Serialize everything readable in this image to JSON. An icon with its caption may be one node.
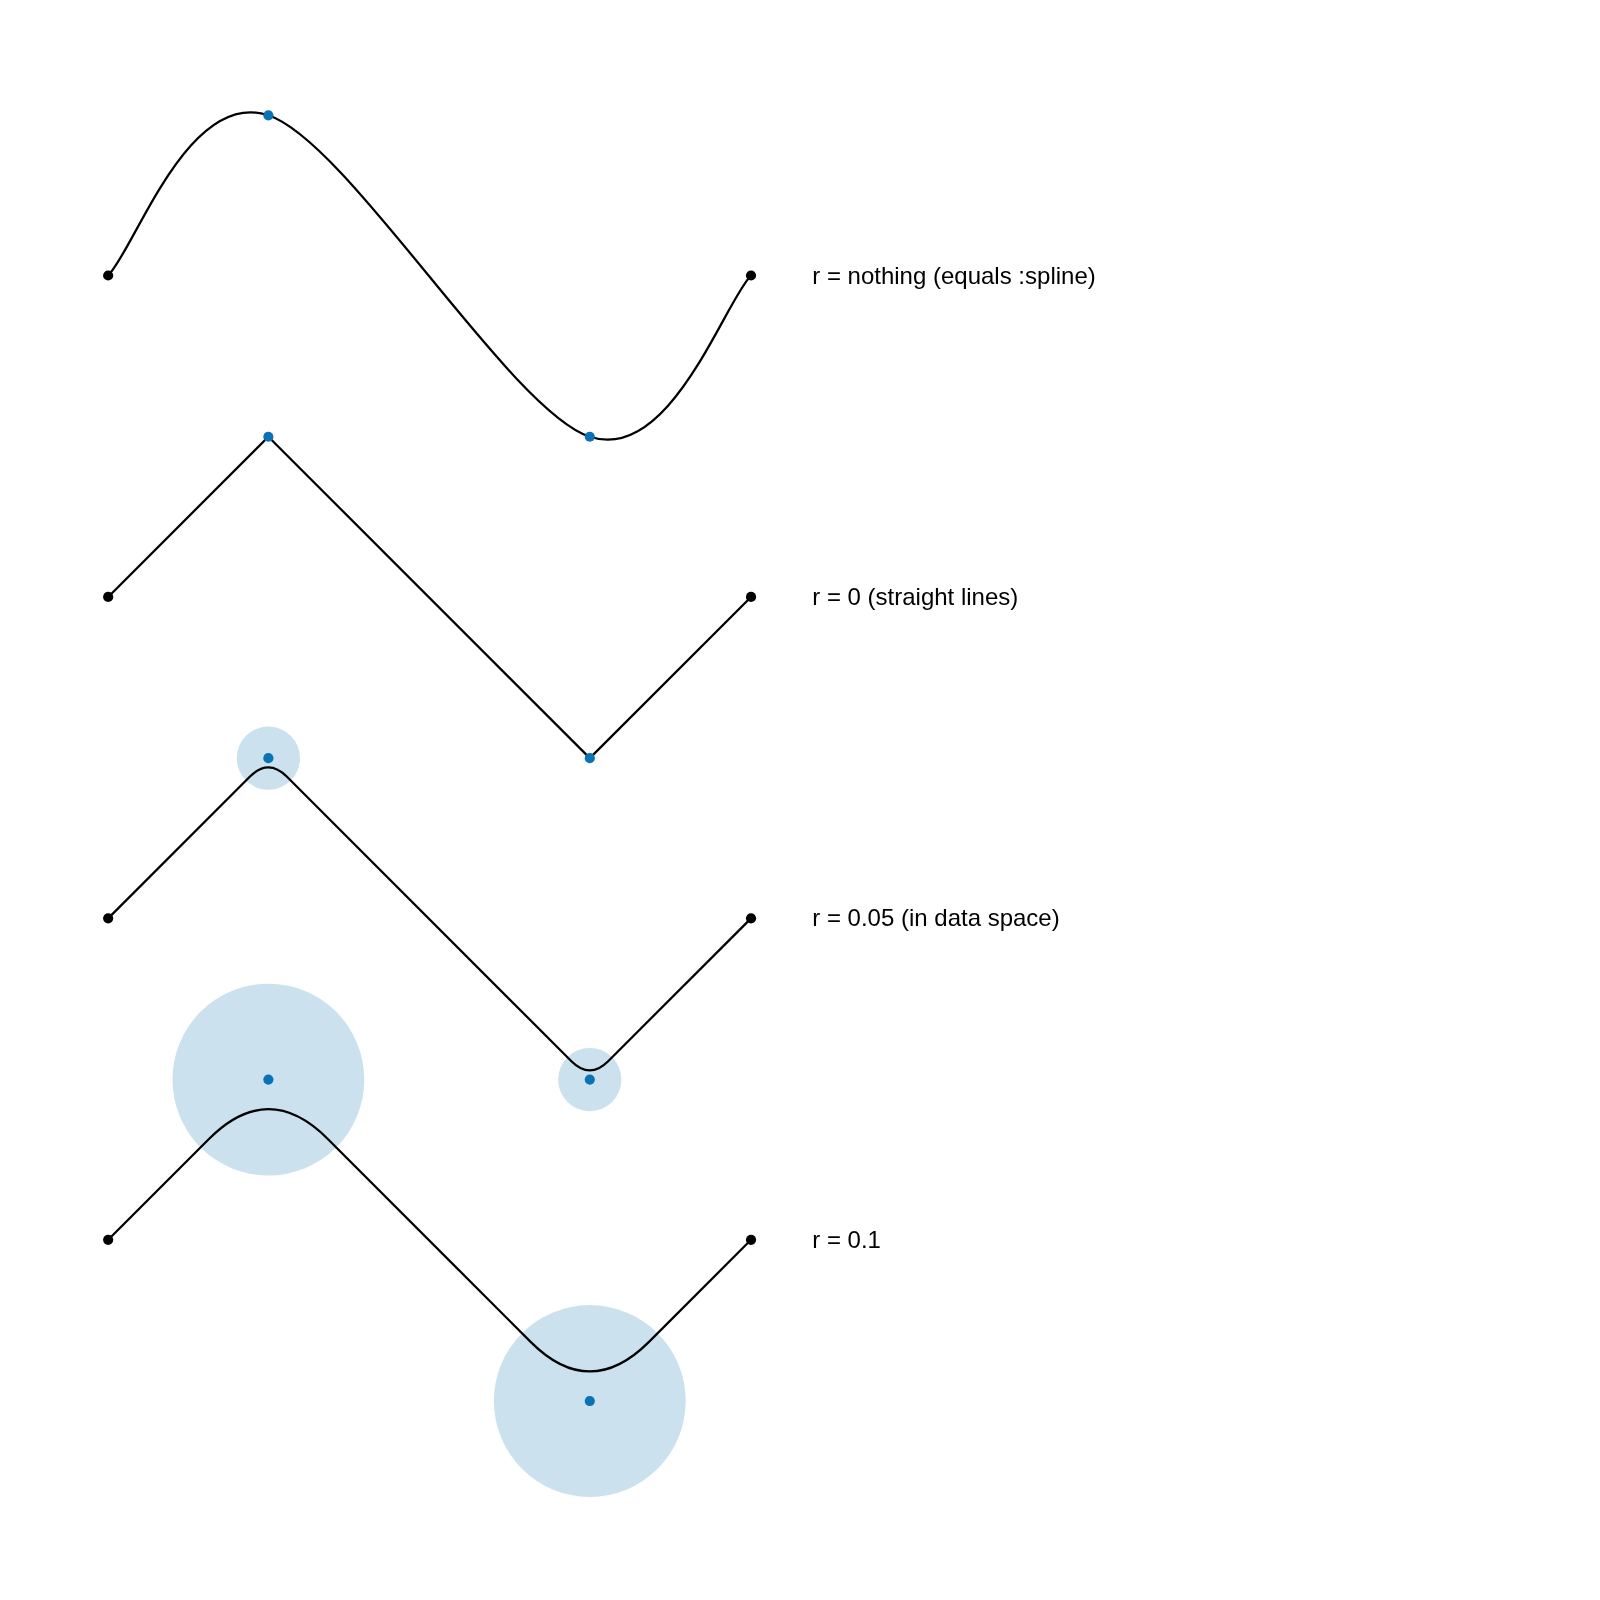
{
  "diagram": {
    "labels": [
      "r = nothing (equals :spline)",
      "r = 0 (straight lines)",
      "r = 0.05 (in data space)",
      "r = 0.1"
    ]
  }
}
